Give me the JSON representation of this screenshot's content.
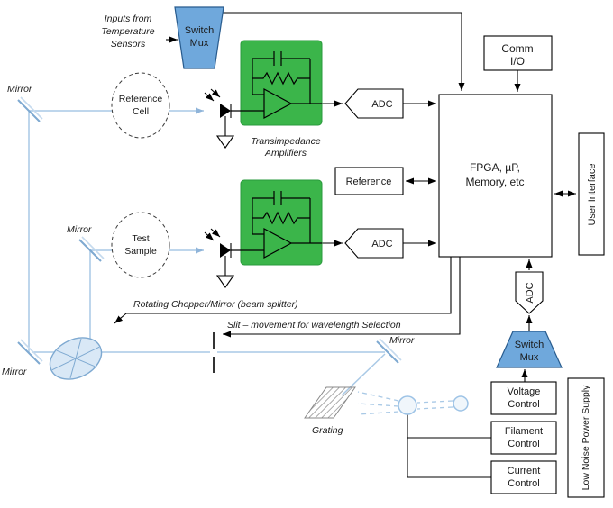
{
  "colors": {
    "mux_fill": "#6fa8dc",
    "amp_green": "#3bb54a",
    "beam_blue": "#a9c9e6"
  },
  "annotations": {
    "sensor_inputs": [
      "Inputs from",
      "Temperature",
      "Sensors"
    ],
    "transimpedance": [
      "Transimpedance",
      "Amplifiers"
    ],
    "chopper": "Rotating Chopper/Mirror (beam splitter)",
    "slit": "Slit – movement for wavelength Selection",
    "grating": "Grating",
    "mirror_top_left": "Mirror",
    "mirror_mid_left": "Mirror",
    "mirror_bottom_left": "Mirror",
    "mirror_right": "Mirror"
  },
  "blocks": {
    "switch_mux_top": [
      "Switch",
      "Mux"
    ],
    "comm_io": [
      "Comm",
      "I/O"
    ],
    "fpga": [
      "FPGA, µP,",
      "Memory, etc"
    ],
    "user_interface": "User Interface",
    "adc_top": "ADC",
    "adc_mid": "ADC",
    "adc_bottom": "ADC",
    "reference": "Reference",
    "reference_cell": [
      "Reference",
      "Cell"
    ],
    "test_sample": [
      "Test",
      "Sample"
    ],
    "switch_mux_bottom": [
      "Switch",
      "Mux"
    ],
    "voltage_control": [
      "Voltage",
      "Control"
    ],
    "filament_control": [
      "Filament",
      "Control"
    ],
    "current_control": [
      "Current",
      "Control"
    ],
    "power_supply": "Low Noise Power Supply"
  }
}
